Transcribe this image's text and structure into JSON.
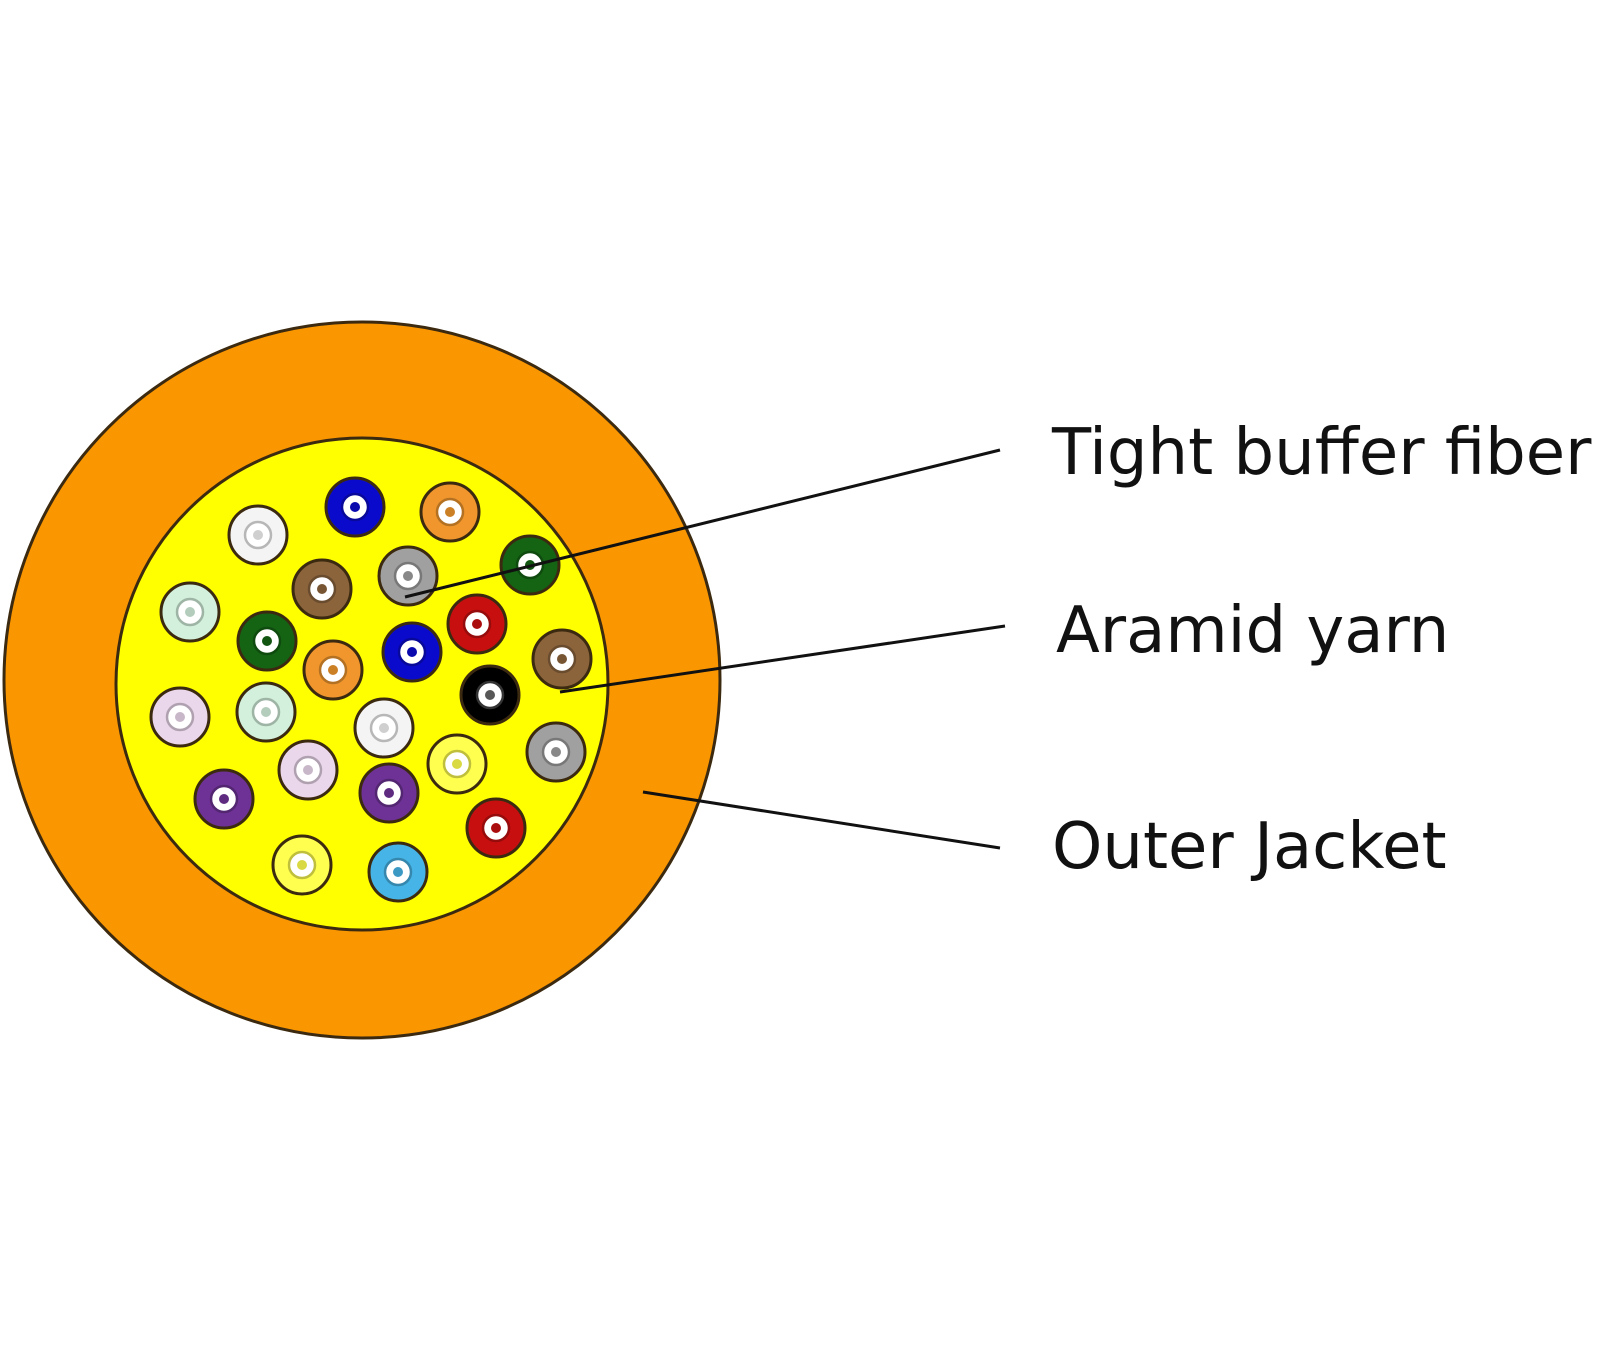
{
  "labels": {
    "tight_buffer": "Tight buffer fiber",
    "aramid_yarn": "Aramid yarn",
    "outer_jacket": "Outer Jacket"
  },
  "colors": {
    "jacket": "#fa9600",
    "aramid": "#ffff00",
    "outline": "#3c2a10",
    "leader_line": "#111111",
    "fiber_core_light": "#ffffff"
  },
  "fibers": [
    {
      "name": "blue",
      "color": "#0a0acd"
    },
    {
      "name": "orange",
      "color": "#f0962d"
    },
    {
      "name": "white",
      "color": "#f4f4f4"
    },
    {
      "name": "green",
      "color": "#146414"
    },
    {
      "name": "brown",
      "color": "#8c643c"
    },
    {
      "name": "slate",
      "color": "#a0a0a0"
    },
    {
      "name": "mint",
      "color": "#d2f0dc"
    },
    {
      "name": "green",
      "color": "#146414"
    },
    {
      "name": "red",
      "color": "#c80f0f"
    },
    {
      "name": "orange",
      "color": "#f0962d"
    },
    {
      "name": "blue",
      "color": "#0a0acd"
    },
    {
      "name": "brown",
      "color": "#8c643c"
    },
    {
      "name": "black",
      "color": "#000000"
    },
    {
      "name": "rose",
      "color": "#ebd7eb"
    },
    {
      "name": "mint",
      "color": "#d2f0dc"
    },
    {
      "name": "white",
      "color": "#f4f4f4"
    },
    {
      "name": "slate",
      "color": "#a0a0a0"
    },
    {
      "name": "rose",
      "color": "#ebd7eb"
    },
    {
      "name": "yellow",
      "color": "#ffff50"
    },
    {
      "name": "violet",
      "color": "#6e3296"
    },
    {
      "name": "violet",
      "color": "#6e3296"
    },
    {
      "name": "red",
      "color": "#c80f0f"
    },
    {
      "name": "yellow",
      "color": "#ffff50"
    },
    {
      "name": "aqua",
      "color": "#46b4e6"
    }
  ]
}
